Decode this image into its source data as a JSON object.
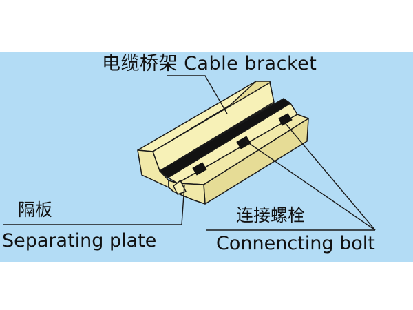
{
  "colors": {
    "background": "#b3dcf5",
    "bracket_face": "#f7f1b7",
    "bracket_shade": "#e6dc96",
    "outline": "#1a1a1a",
    "slot": "#121212"
  },
  "labels": {
    "cable_bracket": "电缆桥架 Cable bracket",
    "separating_plate_cn": "隔板",
    "separating_plate_en": "Separating plate",
    "connecting_bolt_cn": "连接螺栓",
    "connecting_bolt_en": "Connencting bolt"
  }
}
